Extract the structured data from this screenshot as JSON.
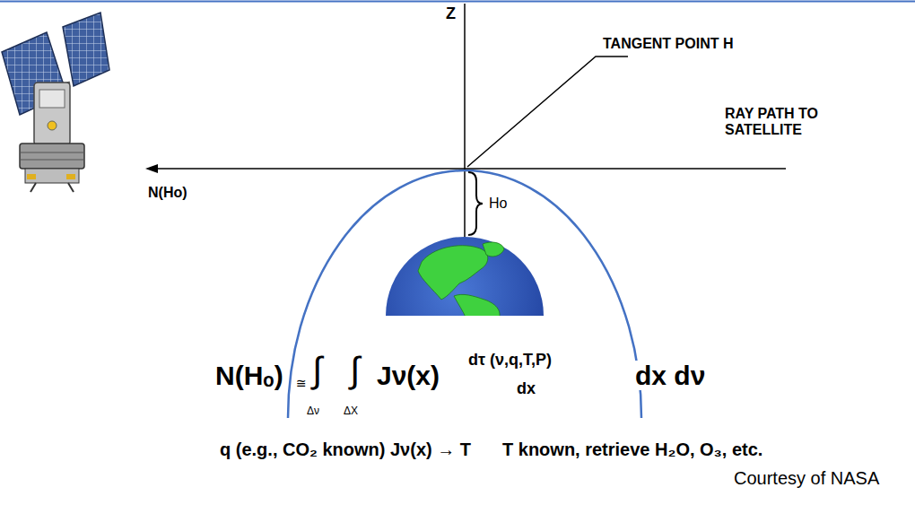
{
  "diagram": {
    "labels": [
      "Z",
      "TANGENT POINT H",
      "RAY PATH TO SATELLITE",
      "N(Ho)",
      "Ho",
      "N(Hₒ)",
      "≅",
      "∫",
      "∫",
      "Δν",
      "ΔX",
      "Jν(x)",
      "dτ (ν,q,T,P)",
      "dx",
      "dx dν",
      "q (e.g., CO₂ known) Jν(x) → T",
      "T known, retrieve H₂O, O₃, etc.",
      "Courtesy of NASA"
    ]
  }
}
